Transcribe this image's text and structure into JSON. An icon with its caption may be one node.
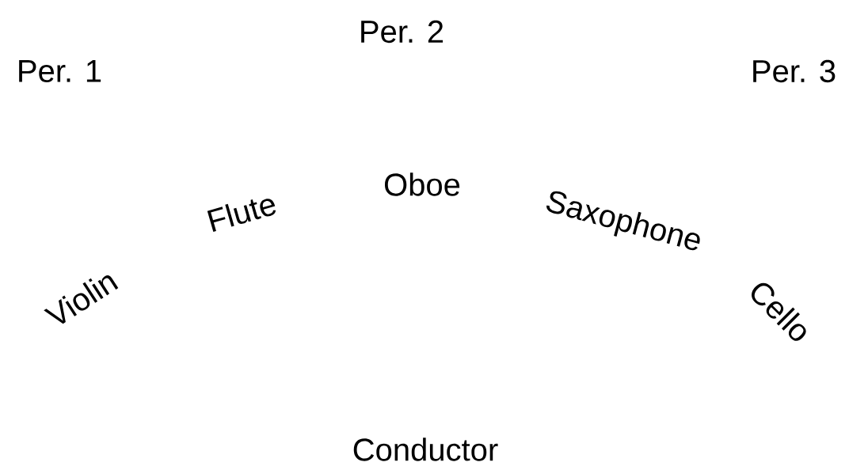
{
  "diagram": {
    "labels": [
      "Per. 2",
      "Per. 1",
      "Per. 3",
      "Oboe",
      "Flute",
      "Saxophone",
      "Violin",
      "Cello",
      "Conductor"
    ]
  }
}
